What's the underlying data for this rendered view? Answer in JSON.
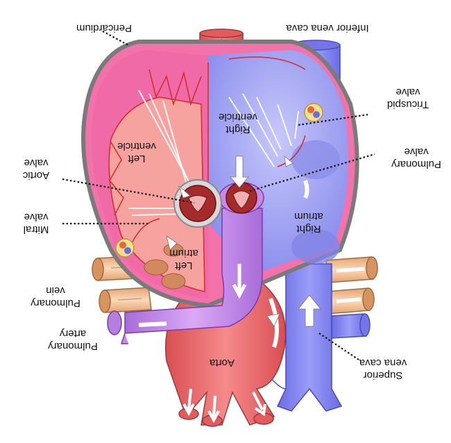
{
  "labels": {
    "pericardium": "Pericardium",
    "inferior_vena_cava": "Inferior vena cava",
    "tricuspid_valve": [
      "Tricuspid",
      "valve"
    ],
    "right_ventricle": [
      "Right",
      "ventricle"
    ],
    "pulmonary_valve": [
      "Pulmonary",
      "valve"
    ],
    "left_ventricle": [
      "Left",
      "ventricle"
    ],
    "aortic_valve": [
      "Aortic",
      "valve"
    ],
    "right_atrium": [
      "Right",
      "atrium"
    ],
    "mitral_valve": [
      "Mitral",
      "valve"
    ],
    "left_atrium": [
      "Left",
      "atrium"
    ],
    "pulmonary_vein": [
      "Pulmonary",
      "vein"
    ],
    "pulmonary_artery": [
      "Pulmonary",
      "artery"
    ],
    "superior_vena_cava": [
      "Superior",
      "vena  cava"
    ],
    "aorta": "Aorta"
  },
  "colors": {
    "pericardium": "#7a7a7a",
    "left_heart": "#f06aa8",
    "left_chamber": "#f6a3a0",
    "right_heart": "#b4b6f4",
    "vena_cava": "#7c7ef0",
    "aorta": "#ee6c6e",
    "pulmonary_artery": "#c48ae8",
    "pulmonary_vein": "#f3c39a",
    "valve": "#a52a2a",
    "node": "#f4e08a"
  }
}
